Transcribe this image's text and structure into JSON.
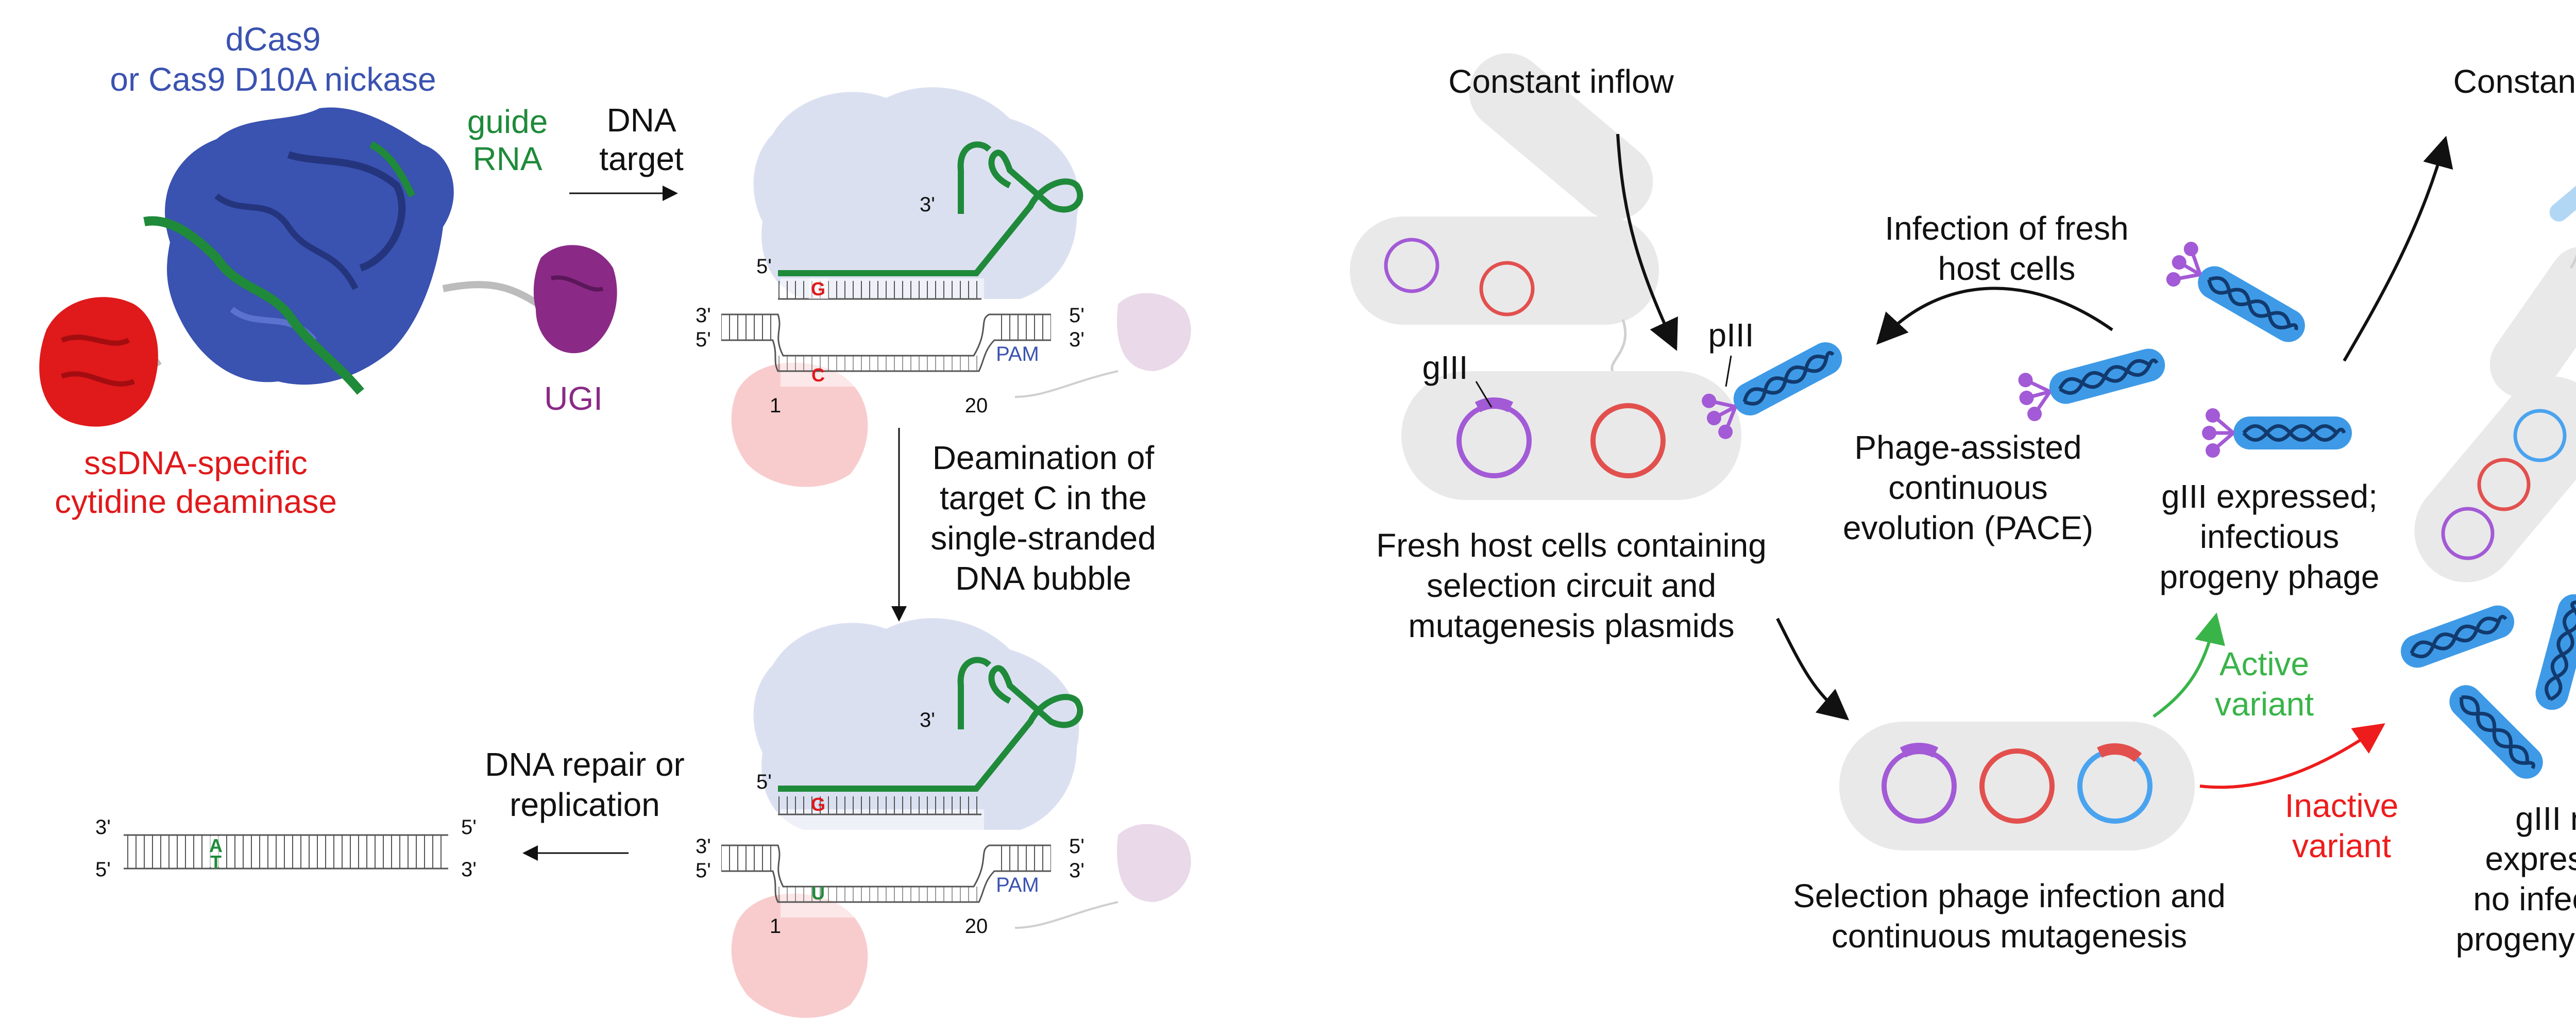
{
  "colors": {
    "cas9": "#3a52b0",
    "rna": "#1f8a3a",
    "deaminase": "#e0191b",
    "ugi": "#8a2a86",
    "phage_body": "#3e9ae6",
    "phage_dna": "#123a6e",
    "plasmid_purple": "#a35ad6",
    "plasmid_red": "#e2504e",
    "plasmid_blue": "#4aa3ef",
    "cell_gray": "#e9e9e9",
    "active_green": "#39b449",
    "inactive_red": "#ee1c1c"
  },
  "left_panel": {
    "protein_title_1": "dCas9",
    "protein_title_2": "or Cas9 D10A nickase",
    "guide_label_1": "guide",
    "guide_label_2": "RNA",
    "ugi_label": "UGI",
    "deaminase_label_1": "ssDNA-specific",
    "deaminase_label_2": "cytidine deaminase",
    "dna_target_1": "DNA",
    "dna_target_2": "target",
    "deamination_1": "Deamination of",
    "deamination_2": "target C in the",
    "deamination_3": "single-stranded",
    "deamination_4": "DNA bubble",
    "repair_1": "DNA repair or",
    "repair_2": "replication",
    "top_complex": {
      "prime3_rna": "3'",
      "prime5_top": "5'",
      "left_3": "3'",
      "left_5": "5'",
      "right_5": "5'",
      "right_3": "3'",
      "top_base": "G",
      "bottom_base": "C",
      "pos_1": "1",
      "pos_20": "20",
      "pam": "PAM"
    },
    "bottom_complex": {
      "prime3_rna": "3'",
      "prime5_top": "5'",
      "left_3": "3'",
      "left_5": "5'",
      "right_5": "5'",
      "right_3": "3'",
      "top_base": "G",
      "bottom_base": "U",
      "pos_1": "1",
      "pos_20": "20",
      "pam": "PAM"
    },
    "product_dna": {
      "left_3": "3'",
      "left_5": "5'",
      "right_5": "5'",
      "right_3": "3'",
      "top_base": "A",
      "bottom_base": "T"
    }
  },
  "right_panel": {
    "constant_inflow": "Constant inflow",
    "constant_outflow": "Constant outflow",
    "giii": "gIII",
    "piii": "pIII",
    "infection_1": "Infection of fresh",
    "infection_2": "host cells",
    "pace_1": "Phage-assisted",
    "pace_2": "continuous",
    "pace_3": "evolution (PACE)",
    "fresh_1": "Fresh host cells containing",
    "fresh_2": "selection circuit and",
    "fresh_3": "mutagenesis plasmids",
    "giii_expr_1": "gIII expressed;",
    "giii_expr_2": "infectious",
    "giii_expr_3": "progeny phage",
    "active_1": "Active",
    "active_2": "variant",
    "inactive_1": "Inactive",
    "inactive_2": "variant",
    "selection_1": "Selection phage infection and",
    "selection_2": "continuous mutagenesis",
    "not_expr_1": "gIII not",
    "not_expr_2": "expressed;",
    "not_expr_3": "no infectious",
    "not_expr_4": "progeny phage"
  }
}
